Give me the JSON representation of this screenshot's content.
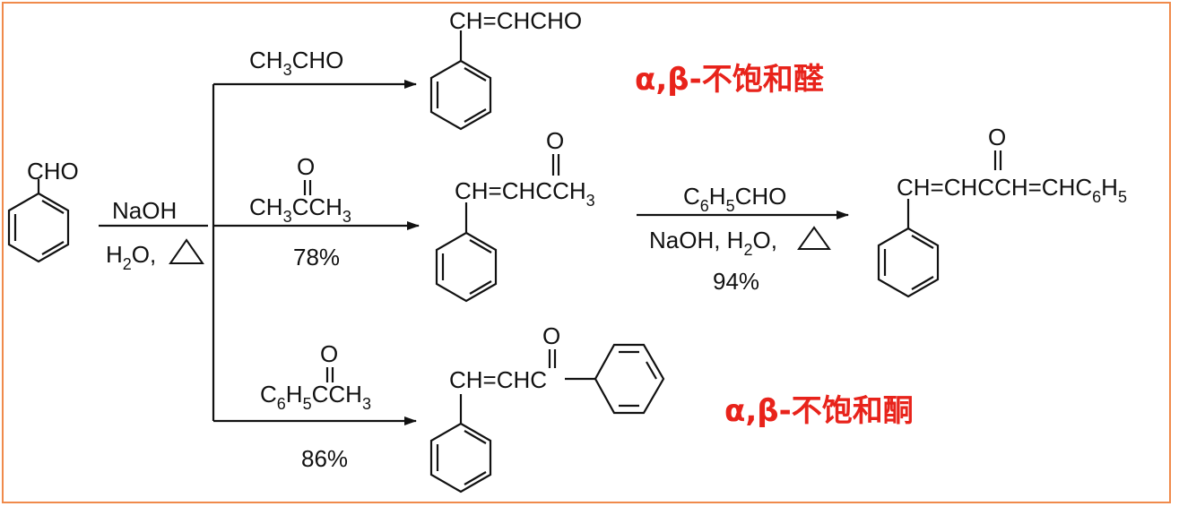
{
  "starting_material": {
    "group": "CHO"
  },
  "conditions_first": {
    "reagent": "NaOH",
    "solvent": "H",
    "solvent_sub": "2",
    "solvent_rest": "O,"
  },
  "branch_top": {
    "reagent_a": "CH",
    "reagent_sub": "3",
    "reagent_b": "CHO",
    "product": "CH=CHCHO",
    "label": "α,β-不饱和醛",
    "label_color": "#e8231b"
  },
  "branch_middle": {
    "carbonyl_o": "O",
    "reagent_a": "CH",
    "reagent_sub1": "3",
    "reagent_b": "CCH",
    "reagent_sub2": "3",
    "yield": "78%",
    "product_o": "O",
    "product_a": "CH=CHCCH",
    "product_sub": "3"
  },
  "second_step": {
    "reagent_a": "C",
    "reagent_sub1": "6",
    "reagent_b": "H",
    "reagent_sub2": "5",
    "reagent_c": "CHO",
    "cond_a": "NaOH, H",
    "cond_sub": "2",
    "cond_b": "O,",
    "yield": "94%",
    "product_o": "O",
    "product_a": "CH=CHCCH=CHC",
    "product_sub1": "6",
    "product_b": "H",
    "product_sub2": "5"
  },
  "branch_bottom": {
    "carbonyl_o": "O",
    "reagent_a": "C",
    "reagent_sub1": "6",
    "reagent_b": "H",
    "reagent_sub2": "5",
    "reagent_c": "CCH",
    "reagent_sub3": "3",
    "yield": "86%",
    "product_o": "O",
    "product_a": "CH=CHC",
    "label": "α,β-不饱和酮",
    "label_color": "#e8231b"
  }
}
